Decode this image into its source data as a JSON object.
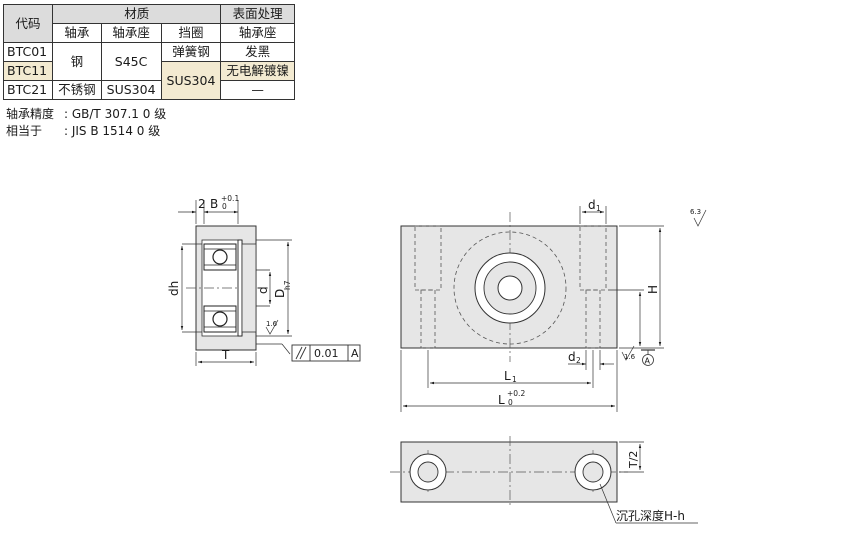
{
  "table": {
    "h_code": "代码",
    "h_material": "材质",
    "h_surface": "表面处理",
    "h_bearing": "轴承",
    "h_housing": "轴承座",
    "h_ring": "挡圈",
    "h_surface_sub": "轴承座",
    "rows": [
      {
        "code": "BTC01",
        "ring": "弹簧钢",
        "surface": "发黑"
      },
      {
        "code": "BTC11",
        "surface": "无电解镀镍"
      },
      {
        "code": "BTC21",
        "bearing": "不锈钢",
        "housing": "SUS304",
        "surface": "—"
      }
    ],
    "merged_bearing": "钢",
    "merged_housing": "S45C",
    "merged_ring": "SUS304"
  },
  "notes": [
    {
      "label": "轴承精度",
      "value": ": GB/T 307.1 0 级"
    },
    {
      "label": "相当于",
      "value": ": JIS B 1514 0 级"
    }
  ],
  "dims": {
    "two": "2",
    "B": "B",
    "B_tol_up": "+0.1",
    "B_tol_low": "0",
    "dh": "dh",
    "d": "d",
    "D": "D",
    "D_sub": "h7",
    "T": "T",
    "rough_small": "1.6",
    "rough_top": "6.3",
    "parallel_val": "0.01",
    "datum": "A",
    "d1": "d",
    "d1_sub": "1",
    "d2": "d",
    "d2_sub": "2",
    "H": "H",
    "L1": "L",
    "L1_sub": "1",
    "L": "L",
    "L_tol_up": "+0.2",
    "L_tol_low": "0",
    "T2": "T/2",
    "counterbore": "沉孔深度H-h"
  }
}
